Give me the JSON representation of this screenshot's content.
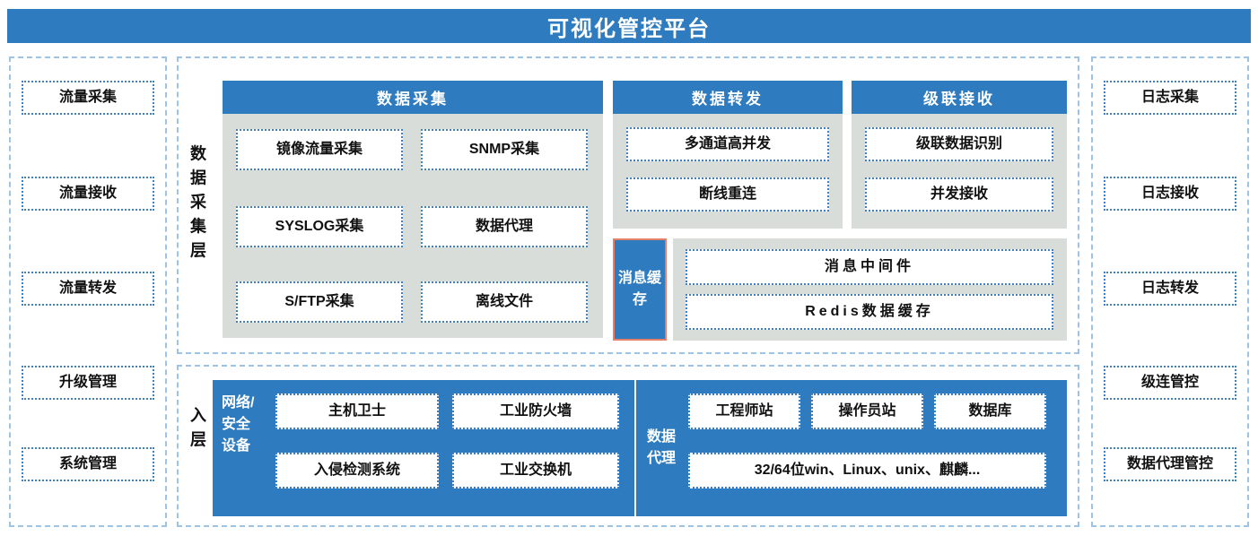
{
  "title": "可视化管控平台",
  "colors": {
    "primary_blue": "#2e7bbf",
    "grey_panel": "#d9ddd9",
    "salmon_border": "#e2806b",
    "dashed_border": "#9dc3e6",
    "dotted_border": "#3f80c2"
  },
  "left_panel": {
    "items": [
      "流量采集",
      "流量接收",
      "流量转发",
      "升级管理",
      "系统管理"
    ]
  },
  "right_panel": {
    "items": [
      "日志采集",
      "日志接收",
      "日志转发",
      "级连管控",
      "数据代理管控"
    ]
  },
  "collection_layer": {
    "label": "数据采集层",
    "data_collection": {
      "header": "数据采集",
      "items": [
        "镜像流量采集",
        "SNMP采集",
        "SYSLOG采集",
        "数据代理",
        "S/FTP采集",
        "离线文件"
      ]
    },
    "data_forwarding": {
      "header": "数据转发",
      "items": [
        "多通道高并发",
        "断线重连"
      ]
    },
    "cascade_receiving": {
      "header": "级联接收",
      "items": [
        "级联数据识别",
        "并发接收"
      ]
    },
    "message_cache": {
      "label": "消息缓存",
      "items": [
        "消息中间件",
        "Redis数据缓存"
      ]
    }
  },
  "access_layer": {
    "label": "设备接入层",
    "network_security": {
      "label": "网络/\n安全\n设备",
      "items": [
        "主机卫士",
        "工业防火墙",
        "入侵检测系统",
        "工业交换机"
      ]
    },
    "data_agent": {
      "label": "数据\n代理",
      "items": [
        "工程师站",
        "操作员站",
        "数据库"
      ],
      "wide_item": "32/64位win、Linux、unix、麒麟..."
    }
  }
}
